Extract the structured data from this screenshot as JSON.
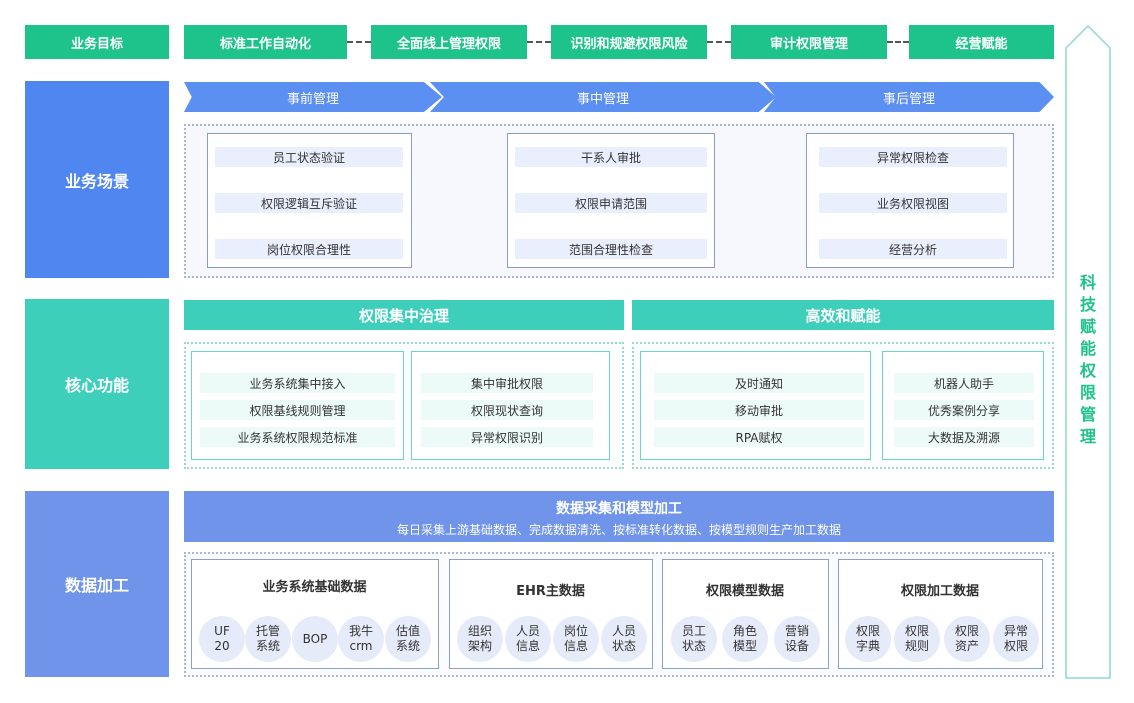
{
  "goals": {
    "label": "业务目标",
    "items": [
      "标准工作自动化",
      "全面线上管理权限",
      "识别和规避权限风险",
      "审计权限管理",
      "经营赋能"
    ]
  },
  "scene": {
    "label": "业务场景",
    "phases": [
      "事前管理",
      "事中管理",
      "事后管理"
    ],
    "columns": [
      [
        "员工状态验证",
        "权限逻辑互斥验证",
        "岗位权限合理性"
      ],
      [
        "干系人审批",
        "权限申请范围",
        "范围合理性检查"
      ],
      [
        "异常权限检查",
        "业务权限视图",
        "经营分析"
      ]
    ]
  },
  "core": {
    "label": "核心功能",
    "heads": [
      "权限集中治理",
      "高效和赋能"
    ],
    "boxes": [
      [
        "业务系统集中接入",
        "权限基线规则管理",
        "业务系统权限规范标准"
      ],
      [
        "集中审批权限",
        "权限现状查询",
        "异常权限识别"
      ],
      [
        "及时通知",
        "移动审批",
        "RPA赋权"
      ],
      [
        "机器人助手",
        "优秀案例分享",
        "大数据及溯源"
      ]
    ]
  },
  "data": {
    "label": "数据加工",
    "banner_title": "数据采集和模型加工",
    "banner_sub": "每日采集上游基础数据、完成数据清洗、按标准转化数据、按模型规则生产加工数据",
    "groups": [
      {
        "title": "业务系统基础数据",
        "items": [
          "UF\n20",
          "托管\n系统",
          "BOP",
          "我牛\ncrm",
          "估值\n系统"
        ]
      },
      {
        "title": "EHR主数据",
        "items": [
          "组织\n架构",
          "人员\n信息",
          "岗位\n信息",
          "人员\n状态"
        ]
      },
      {
        "title": "权限模型数据",
        "items": [
          "员工\n状态",
          "角色\n模型",
          "营销\n设备"
        ]
      },
      {
        "title": "权限加工数据",
        "items": [
          "权限\n字典",
          "权限\n规则",
          "权限\n资产",
          "异常\n权限"
        ]
      }
    ]
  },
  "right_title": "科技赋能权限管理",
  "colors": {
    "goal_green": "#1ec28b",
    "scene_blue": "#4f86f0",
    "core_teal": "#3ecfbb",
    "data_blue": "#6f94ea"
  }
}
